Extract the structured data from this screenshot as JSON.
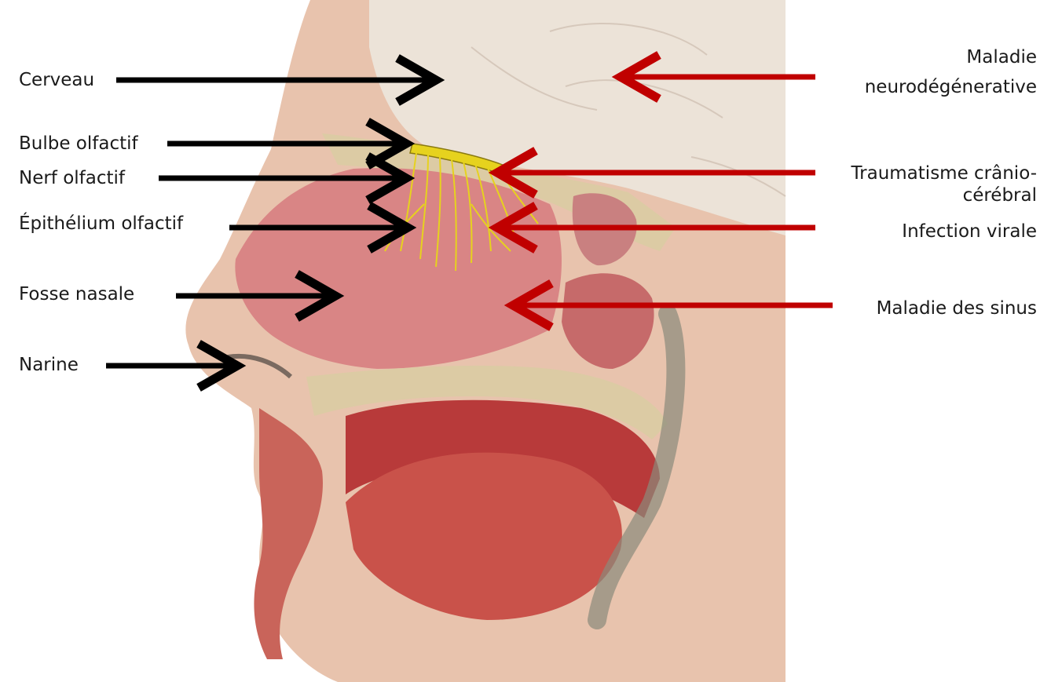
{
  "colors": {
    "anatomy_arrow": "#000000",
    "cause_arrow": "#c00000",
    "olfactory_nerve": "#e6d21e",
    "nasal_cavity": "#d98585",
    "brain": "#e9ddd2",
    "bone": "#d8c8a2",
    "muscle": "#c8524c",
    "skin": "#e8b8a0"
  },
  "icons": {
    "illustration": "head-sagittal-section-illustration"
  },
  "labels": {
    "anatomy": {
      "brain": "Cerveau",
      "olfactory_bulb": "Bulbe olfactif",
      "olfactory_nerve": "Nerf olfactif",
      "olfactory_epithelium": "Épithélium olfactif",
      "nasal_cavity": "Fosse nasale",
      "nostril": "Narine"
    },
    "causes": {
      "neurodegenerative_1": "Maladie",
      "neurodegenerative_2": "neurodégénerative",
      "trauma_1": "Traumatisme crânio-",
      "trauma_2": "cérébral",
      "viral_infection": "Infection virale",
      "sinus_disease": "Maladie des sinus"
    }
  }
}
